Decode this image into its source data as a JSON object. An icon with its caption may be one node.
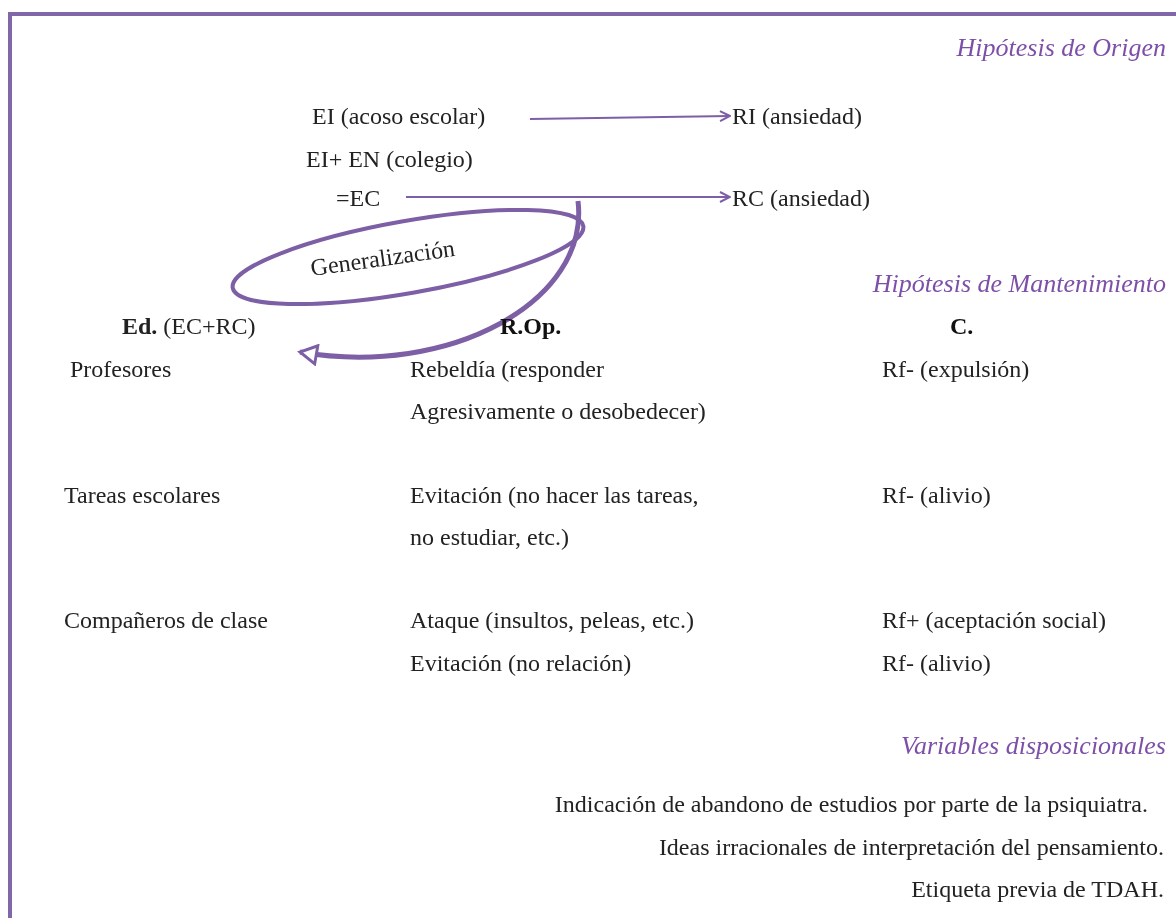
{
  "diagram": {
    "nodes": [
      {
        "text": [
          "EI (acoso escolar)"
        ]
      },
      {
        "text": [
          "RI (ansiedad)"
        ]
      },
      {
        "text": [
          "=EC"
        ]
      },
      {
        "text": [
          "RC (ansiedad)"
        ]
      },
      {
        "text": [
          "Generalización"
        ]
      },
      {
        "text": [
          "**Ed.** (EC+RC)"
        ]
      }
    ],
    "edges": [
      {
        "from": 0,
        "to": 1,
        "arrow": "to"
      },
      {
        "from": 2,
        "to": 3,
        "arrow": "to"
      },
      {
        "from": 4,
        "to": 5,
        "arrow": "to",
        "style": "thick"
      }
    ],
    "labels": [
      "Hipótesis de Origen",
      "EI+ EN (colegio)",
      "Hipótesis de Mantenimiento",
      "R.Op.",
      "C.",
      "Profesores",
      "Rebeldía (responder Agresivamente o desobedecer)",
      "Rf- (expulsión)",
      "Tareas escolares",
      "Evitación (no hacer las tareas, no estudiar, etc.)",
      "Rf- (alivio)",
      "Compañeros de clase",
      "Ataque (insultos, peleas, etc.)",
      "Rf+ (aceptación social)",
      "Evitación (no relación)",
      "Rf- (alivio)",
      "Variables disposicionales",
      "Indicación de abandono de estudios por parte de la psiquiatra.",
      "Ideas irracionales de interpretación del pensamiento.",
      "Etiqueta previa de TDAH."
    ]
  }
}
